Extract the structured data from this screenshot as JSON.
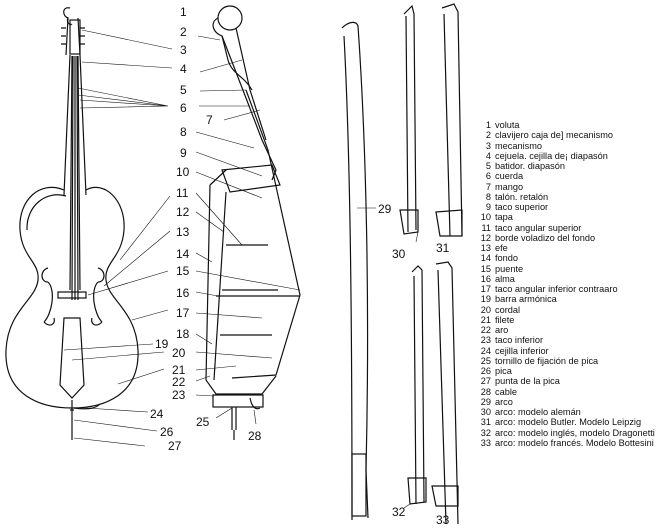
{
  "figure": {
    "callout_numbers": [
      "1",
      "2",
      "3",
      "4",
      "5",
      "6",
      "7",
      "8",
      "9",
      "10",
      "11",
      "12",
      "13",
      "14",
      "15",
      "16",
      "17",
      "18",
      "19",
      "20",
      "21",
      "22",
      "23",
      "24",
      "25",
      "26",
      "27",
      "28",
      "29",
      "30",
      "31",
      "32",
      "33"
    ],
    "legend": [
      {
        "num": "1",
        "text": "voluta"
      },
      {
        "num": "2",
        "text": "clavijero caja de] mecanismo"
      },
      {
        "num": "3",
        "text": "mecanismo"
      },
      {
        "num": "4",
        "text": "cejuela. cejilla de¡ diapasón"
      },
      {
        "num": "5",
        "text": "batidor. diapasón"
      },
      {
        "num": "6",
        "text": "cuerda"
      },
      {
        "num": "7",
        "text": "mango"
      },
      {
        "num": "8",
        "text": "talón. retalón"
      },
      {
        "num": "9",
        "text": "taco superior"
      },
      {
        "num": "10",
        "text": "tapa"
      },
      {
        "num": "11",
        "text": "taco angular superior"
      },
      {
        "num": "12",
        "text": "borde voladizo del fondo"
      },
      {
        "num": "13",
        "text": "efe"
      },
      {
        "num": "14",
        "text": "fondo"
      },
      {
        "num": "15",
        "text": "puente"
      },
      {
        "num": "16",
        "text": "alma"
      },
      {
        "num": "17",
        "text": "taco angular inferior contraaro"
      },
      {
        "num": "19",
        "text": "barra armónica"
      },
      {
        "num": "20",
        "text": "cordal"
      },
      {
        "num": "21",
        "text": "filete"
      },
      {
        "num": "22",
        "text": "aro"
      },
      {
        "num": "23",
        "text": "taco inferior"
      },
      {
        "num": "24",
        "text": "cejilla inferior"
      },
      {
        "num": "25",
        "text": "tornillo de fijación de pica"
      },
      {
        "num": "26",
        "text": "pica"
      },
      {
        "num": "27",
        "text": "punta de la pica"
      },
      {
        "num": "28",
        "text": "cable"
      },
      {
        "num": "29",
        "text": "arco"
      },
      {
        "num": "30",
        "text": "arco: modelo alemán"
      },
      {
        "num": "31",
        "text": "arco: modelo Butler. Modelo Leipzig"
      },
      {
        "num": "32",
        "text": "arco: modelo inglés, modelo Dragonetti"
      },
      {
        "num": "33",
        "text": "arco: modelo francés. Modelo Bottesini"
      }
    ]
  },
  "colors": {
    "line": "#111111",
    "background": "#ffffff"
  }
}
